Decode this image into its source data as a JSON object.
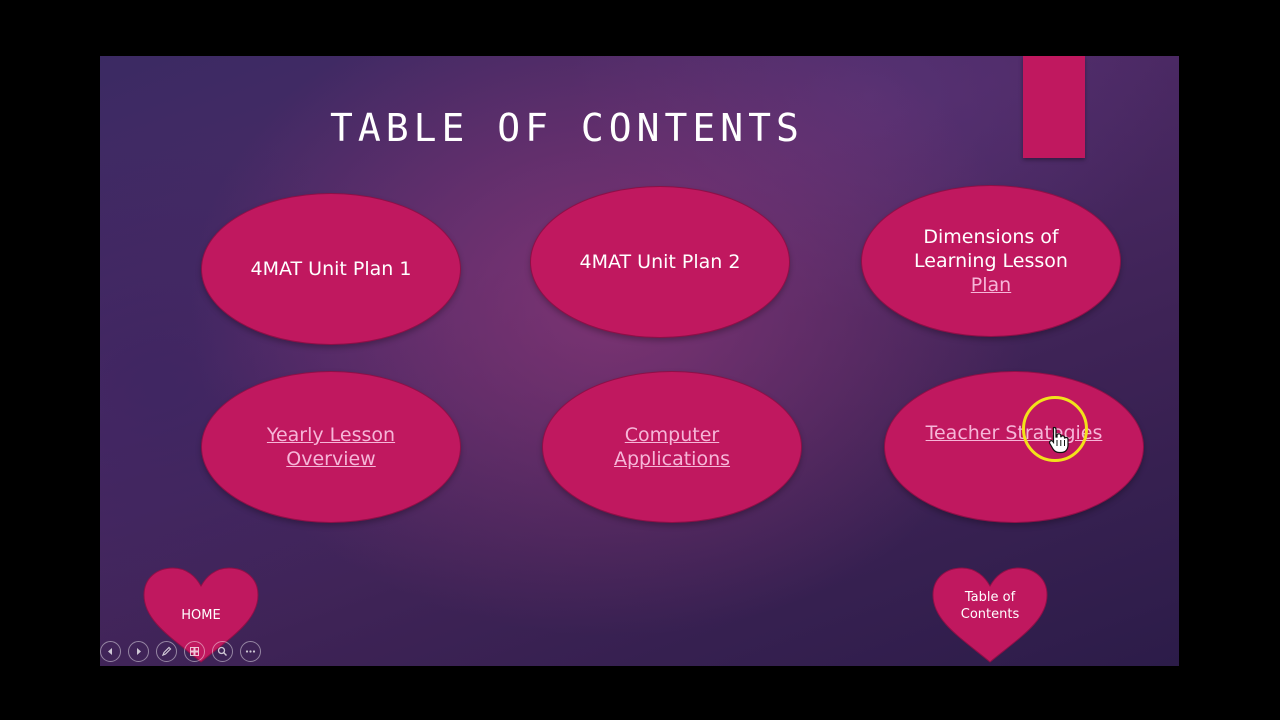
{
  "slide": {
    "title": "TABLE OF CONTENTS",
    "colors": {
      "accent": "#c0185f",
      "background": "#4d2a66",
      "link_text": "#f6b6d8",
      "cursor_highlight": "#f2e21a"
    },
    "links": [
      {
        "lines": [
          "4MAT Unit Plan 1"
        ],
        "hyperlink": false
      },
      {
        "lines": [
          "4MAT Unit Plan 2"
        ],
        "hyperlink": false
      },
      {
        "lines": [
          "Dimensions of",
          "Learning Lesson",
          "Plan"
        ],
        "hyperlink_on_last_line": true
      },
      {
        "lines": [
          "Yearly Lesson",
          "Overview"
        ],
        "hyperlink": true
      },
      {
        "lines": [
          "Computer",
          "Applications"
        ],
        "hyperlink": true
      },
      {
        "lines": [
          "Teacher Strategies"
        ],
        "hyperlink": true
      }
    ],
    "hearts": {
      "home": {
        "label": "HOME"
      },
      "toc": {
        "line1": "Table of",
        "line2": "Contents"
      }
    }
  },
  "controls": {
    "icons": [
      "previous-icon",
      "next-icon",
      "pen-icon",
      "slides-grid-icon",
      "zoom-icon",
      "more-options-icon"
    ]
  }
}
